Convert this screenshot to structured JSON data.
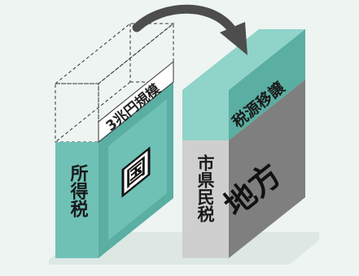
{
  "diagram": {
    "left_block": {
      "front_label": "所得税",
      "side_label": "国",
      "dashed_label": "3兆円規模"
    },
    "right_block": {
      "front_label": "市県民税",
      "side_label": "地方",
      "top_label": "税源移譲"
    },
    "arrow": "curved-arrow",
    "colors": {
      "background": "#edf4f2",
      "teal": "#6fc1b6",
      "teal_dark": "#5aaea2",
      "teal_top": "#8fd3c9",
      "gray_front": "#cfcfcf",
      "gray_side": "#7f7f7f",
      "gray_top": "#b8b8b8",
      "arrow": "#4d4d4d"
    }
  }
}
